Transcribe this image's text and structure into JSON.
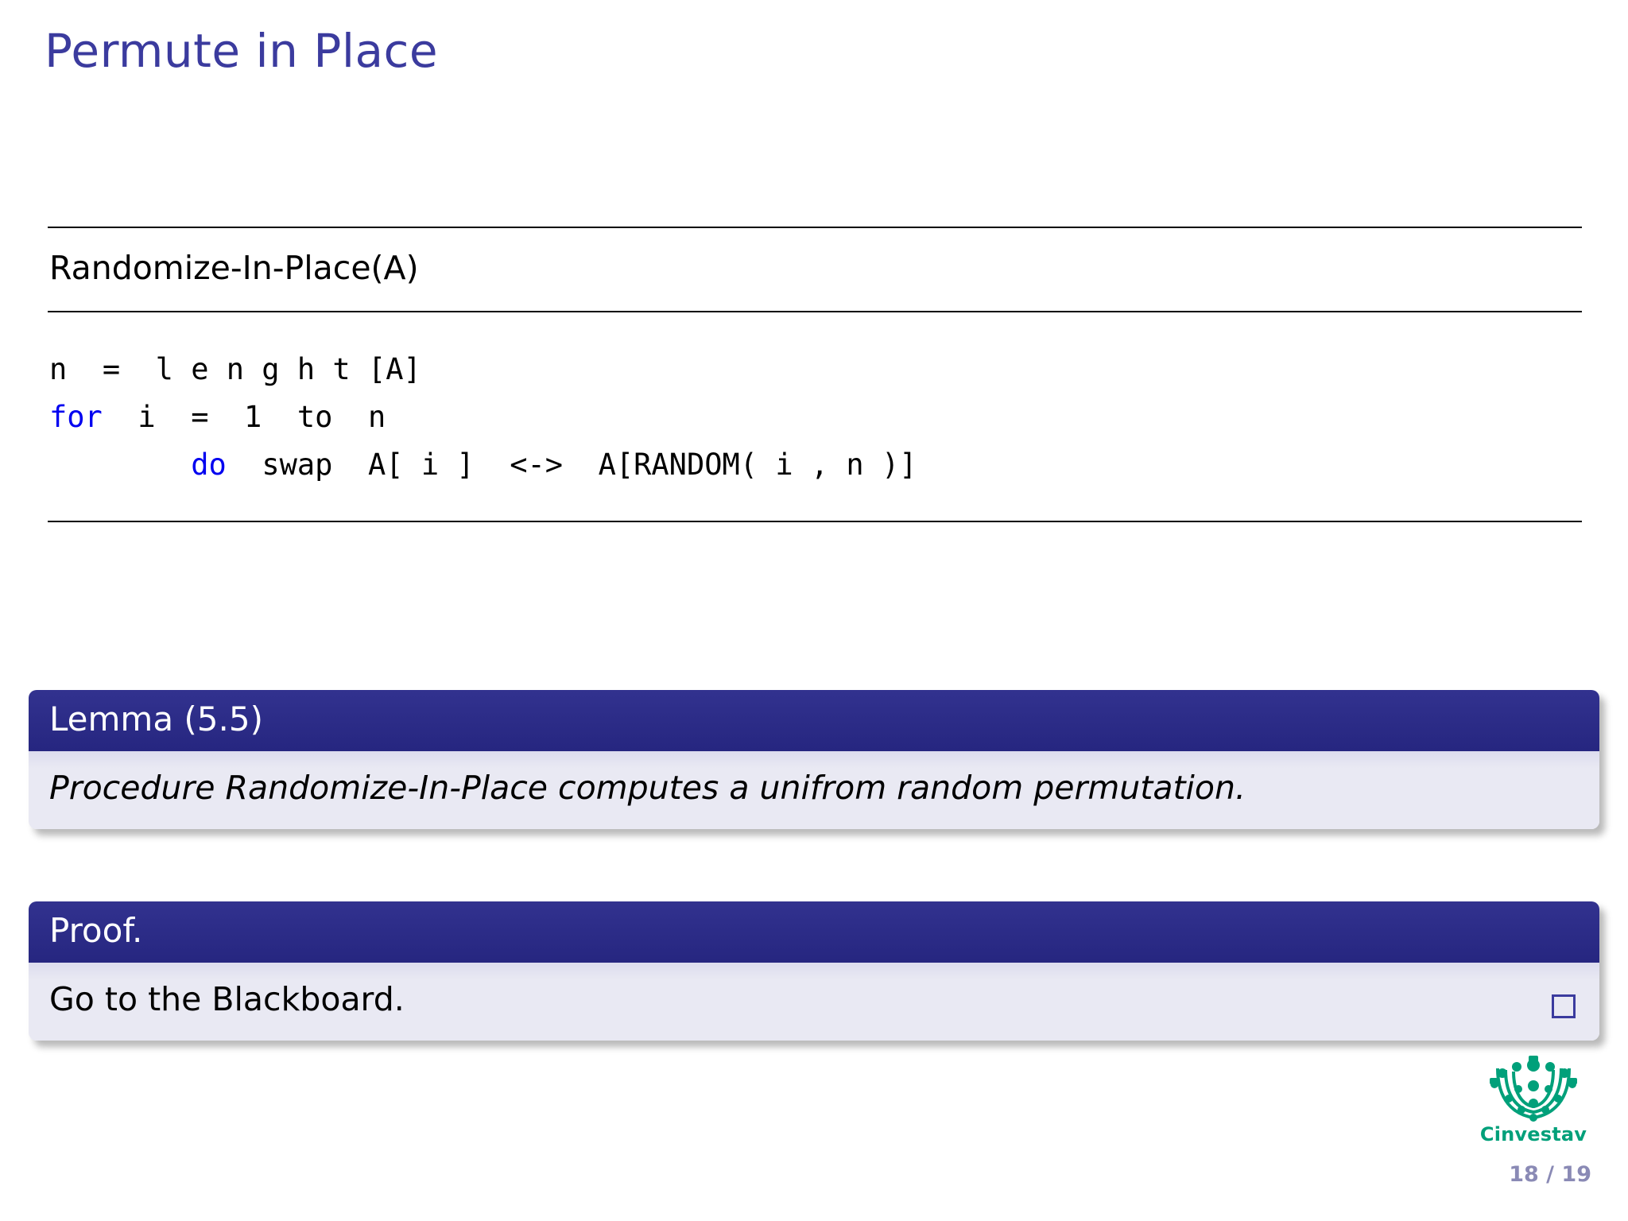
{
  "slide": {
    "title": "Permute in Place",
    "title_color": "#3b3b9e"
  },
  "algorithm": {
    "name": "Randomize-In-Place(A)",
    "lines": [
      {
        "indent": 0,
        "keyword": "",
        "text": "n = lenght[A]"
      },
      {
        "indent": 0,
        "keyword": "for",
        "text": " i = 1 to n"
      },
      {
        "indent": 1,
        "keyword": "do",
        "text": " swap A[i] <-> A[RANDOM(i,n)]"
      }
    ],
    "code_line_1": "n  =  l e n g h t [A]",
    "code_line_2_keyword": "for",
    "code_line_2_rest": "  i  =  1  to  n",
    "code_line_3_keyword": "do",
    "code_line_3_rest": "  swap  A[ i ]  <->  A[RANDOM( i , n )]",
    "keyword_color": "#0000f0"
  },
  "lemma": {
    "heading": "Lemma (5.5)",
    "body": "Procedure Randomize-In-Place computes a unifrom random permutation.",
    "header_color": "#2a2a85",
    "body_color": "#e8e8f2"
  },
  "proof": {
    "heading": "Proof.",
    "body": "Go to the Blackboard.",
    "qed_symbol": "□"
  },
  "logo": {
    "name": "Cinvestav",
    "color": "#00a07a"
  },
  "footer": {
    "page_number": "18 / 19"
  }
}
